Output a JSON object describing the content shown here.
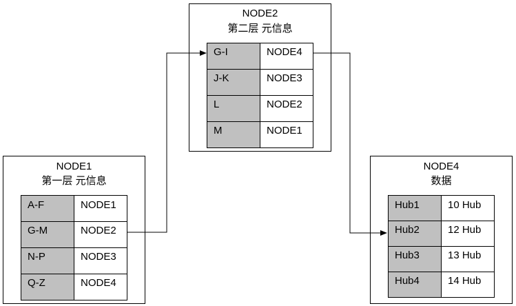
{
  "node1": {
    "title": "NODE1",
    "subtitle": "第一层 元信息",
    "rows": [
      {
        "key": "A-F",
        "value": "NODE1"
      },
      {
        "key": "G-M",
        "value": "NODE2"
      },
      {
        "key": "N-P",
        "value": "NODE3"
      },
      {
        "key": "Q-Z",
        "value": "NODE4"
      }
    ]
  },
  "node2": {
    "title": "NODE2",
    "subtitle": "第二层 元信息",
    "rows": [
      {
        "key": "G-I",
        "value": "NODE4"
      },
      {
        "key": "J-K",
        "value": "NODE3"
      },
      {
        "key": "L",
        "value": "NODE2"
      },
      {
        "key": "M",
        "value": "NODE1"
      }
    ]
  },
  "node4": {
    "title": "NODE4",
    "subtitle": "数据",
    "rows": [
      {
        "key": "Hub1",
        "value": "10 Hub"
      },
      {
        "key": "Hub2",
        "value": "12 Hub"
      },
      {
        "key": "Hub3",
        "value": "13 Hub"
      },
      {
        "key": "Hub4",
        "value": "14 Hub"
      }
    ]
  }
}
